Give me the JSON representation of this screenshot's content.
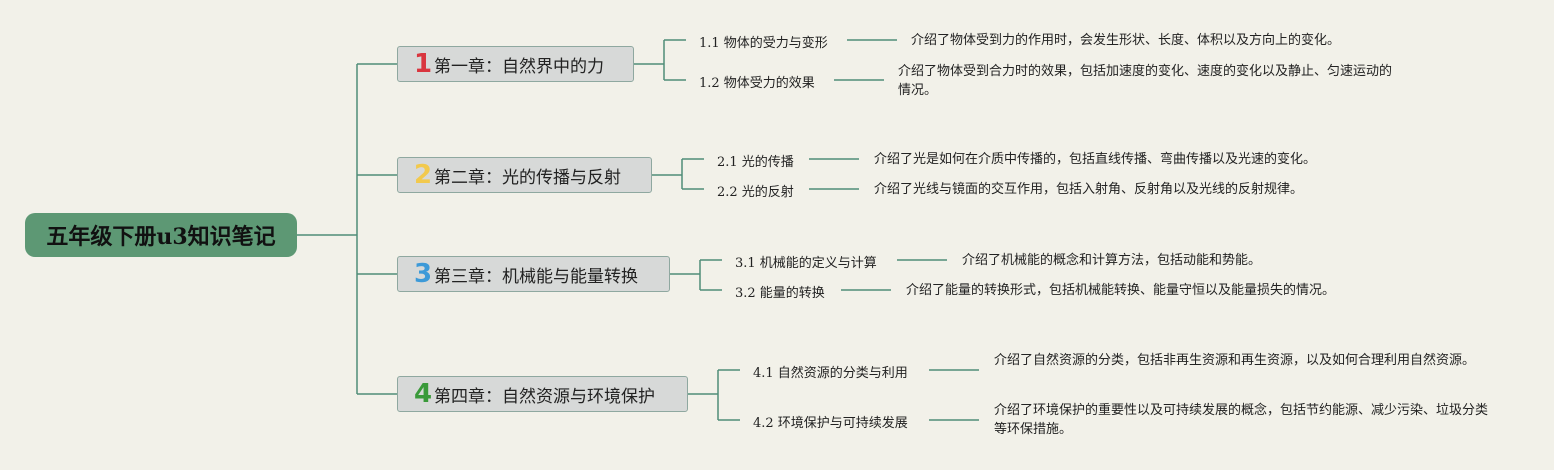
{
  "root": {
    "title": "五年级下册u3知识笔记"
  },
  "chapters": [
    {
      "num": "1",
      "color": "#d9353e",
      "title": "第一章：自然界中的力",
      "topics": [
        {
          "label": "1.1 物体的受力与变形",
          "desc": "介绍了物体受到力的作用时，会发生形状、长度、体积以及方向上的变化。"
        },
        {
          "label": "1.2 物体受力的效果",
          "desc": "介绍了物体受到合力时的效果，包括加速度的变化、速度的变化以及静止、匀速运动的情况。"
        }
      ]
    },
    {
      "num": "2",
      "color": "#f2c94c",
      "title": "第二章：光的传播与反射",
      "topics": [
        {
          "label": "2.1 光的传播",
          "desc": "介绍了光是如何在介质中传播的，包括直线传播、弯曲传播以及光速的变化。"
        },
        {
          "label": "2.2 光的反射",
          "desc": "介绍了光线与镜面的交互作用，包括入射角、反射角以及光线的反射规律。"
        }
      ]
    },
    {
      "num": "3",
      "color": "#3d9ad8",
      "title": "第三章：机械能与能量转换",
      "topics": [
        {
          "label": "3.1 机械能的定义与计算",
          "desc": "介绍了机械能的概念和计算方法，包括动能和势能。"
        },
        {
          "label": "3.2 能量的转换",
          "desc": "介绍了能量的转换形式，包括机械能转换、能量守恒以及能量损失的情况。"
        }
      ]
    },
    {
      "num": "4",
      "color": "#3a9a3a",
      "title": "第四章：自然资源与环境保护",
      "topics": [
        {
          "label": "4.1 自然资源的分类与利用",
          "desc": "介绍了自然资源的分类，包括非再生资源和再生资源，以及如何合理利用自然资源。"
        },
        {
          "label": "4.2 环境保护与可持续发展",
          "desc": "介绍了环境保护的重要性以及可持续发展的概念，包括节约能源、减少污染、垃圾分类等环保措施。"
        }
      ]
    }
  ],
  "line_color": "#4f8d79"
}
